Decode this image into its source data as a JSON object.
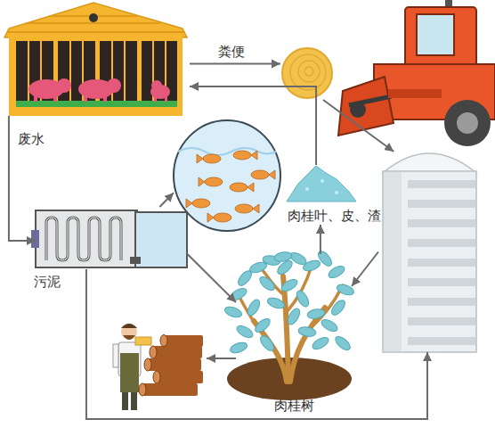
{
  "diagram": {
    "nodes": [
      {
        "text": []
      },
      {
        "text": []
      },
      {
        "text": []
      },
      {
        "text": [
          "肉桂叶、皮、渣"
        ]
      },
      {
        "text": []
      },
      {
        "text": []
      },
      {
        "text": [
          "肉桂树"
        ]
      },
      {
        "text": []
      }
    ],
    "edges": [
      {
        "from": 0,
        "to": 1,
        "label": "粪便",
        "arrow": "to"
      },
      {
        "from": 1,
        "to": 4,
        "arrow": "to"
      },
      {
        "from": 4,
        "to": 6,
        "arrow": "to"
      },
      {
        "from": 6,
        "to": 3,
        "arrow": "to"
      },
      {
        "from": 3,
        "to": 0,
        "arrow": "to"
      },
      {
        "from": 0,
        "to": 5,
        "label": "废水",
        "arrow": "to"
      },
      {
        "from": 5,
        "to": 2,
        "arrow": "to"
      },
      {
        "from": 5,
        "to": 6,
        "arrow": "to"
      },
      {
        "from": 5,
        "to": 4,
        "label": "污泥",
        "arrow": "to"
      },
      {
        "from": 6,
        "to": 7,
        "arrow": "to"
      }
    ]
  }
}
